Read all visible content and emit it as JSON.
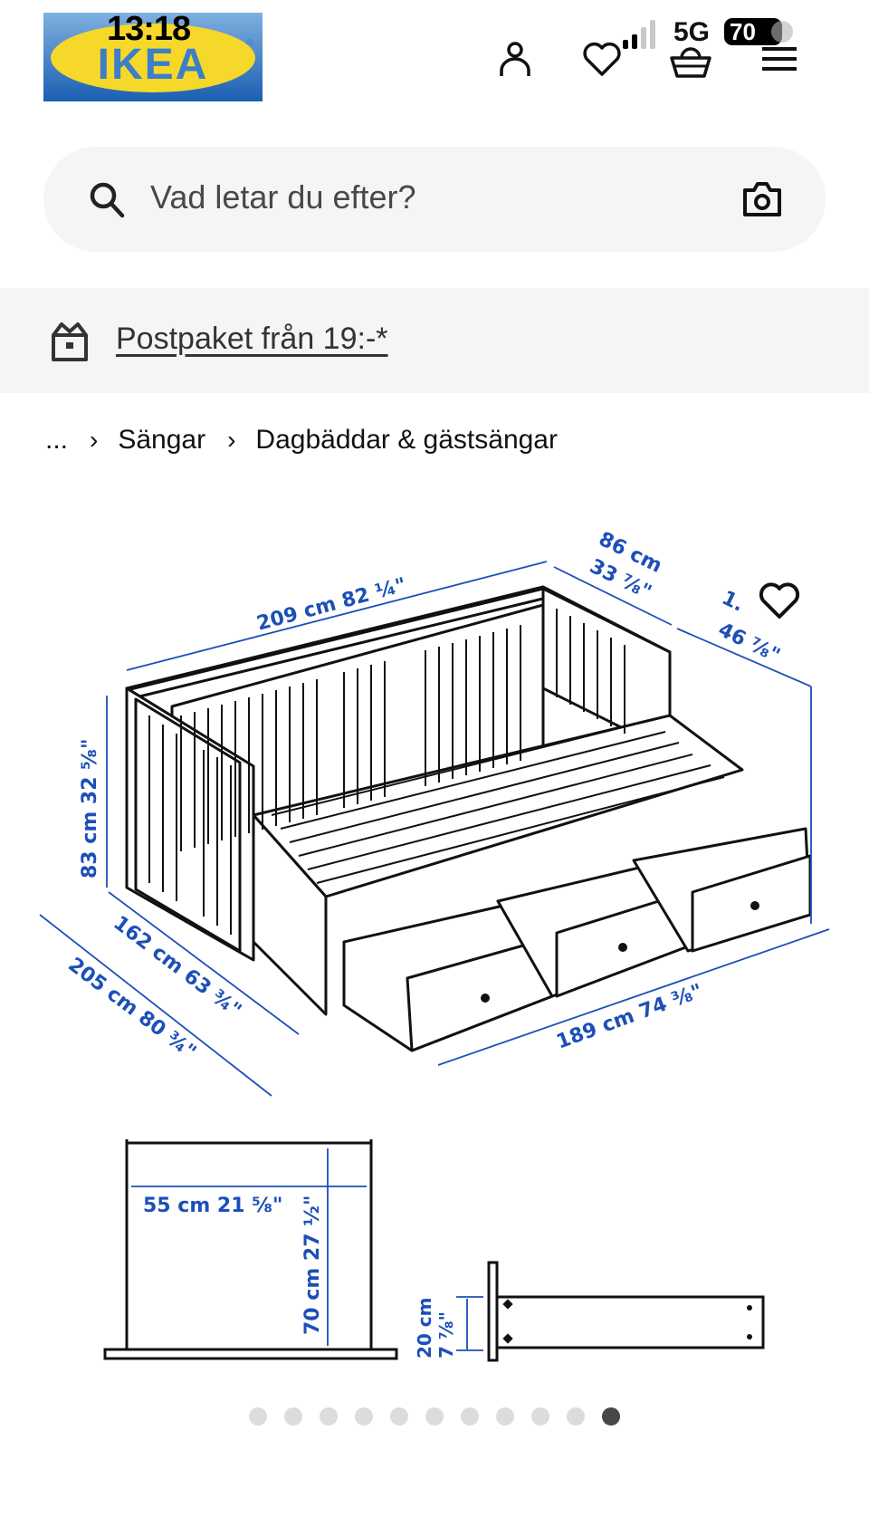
{
  "status_bar": {
    "time": "13:18",
    "network": "5G",
    "battery": "70"
  },
  "header": {
    "logo_text": "IKEA",
    "logo_mark": "®",
    "icons": [
      "user-icon",
      "heart-icon",
      "basket-icon",
      "menu-icon"
    ],
    "colors": {
      "logo_blue": "#1b5fb2",
      "logo_yellow": "#f5d829"
    }
  },
  "search": {
    "placeholder": "Vad letar du efter?",
    "icon": "search-icon",
    "camera_icon": "camera-icon"
  },
  "promo": {
    "icon": "parcel-icon",
    "label": "Postpaket från 19:-*"
  },
  "breadcrumb": {
    "items": [
      "...",
      "Sängar",
      "Dagbäddar & gästsängar"
    ],
    "separator": "›"
  },
  "product_image": {
    "alt": "Dagbädd med tre lådor – måttskiss",
    "dimensions": {
      "length_top": "209 cm 82 ¼\"",
      "depth_top": "86 cm",
      "depth_top_in": "33 ⅞\"",
      "partial_right_cm": "1.",
      "partial_right_in": "46 ⅞\"",
      "height": "83 cm 32 ⅝\"",
      "width_inner": "162 cm 63 ¾\"",
      "width_extended": "205 cm 80 ¾\"",
      "length_bottom": "189 cm 74 ⅜\"",
      "drawer_width": "55 cm 21 ⅝\"",
      "drawer_depth": "70 cm 27 ½\"",
      "drawer_height_cm": "20 cm",
      "drawer_height_in": "7 ⅞\""
    },
    "dimension_color": "#1c4fb8"
  },
  "carousel": {
    "total": 11,
    "active_index": 10
  }
}
